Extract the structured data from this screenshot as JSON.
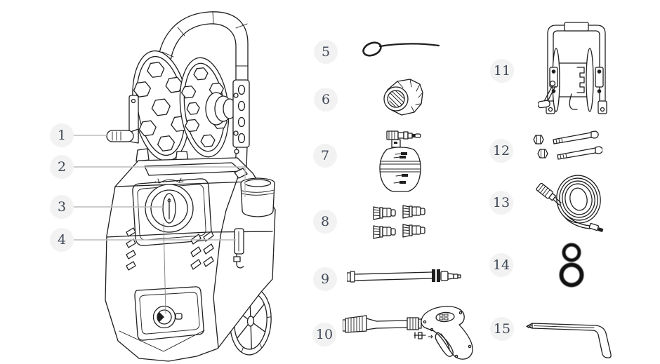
{
  "diagram_title": "pressure-washer-parts-diagram",
  "colors": {
    "background": "#ffffff",
    "badge_background": "#f2f2f2",
    "badge_text": "#424a58",
    "line_art": "#1f1f1f",
    "leader_line": "#bcbcbc"
  },
  "machine": {
    "illustration": "pressure-washer-with-hose-reel-illustration",
    "callouts": [
      {
        "number": "1"
      },
      {
        "number": "2"
      },
      {
        "number": "3"
      },
      {
        "number": "4"
      }
    ]
  },
  "parts": [
    {
      "number": "5",
      "icon": "nozzle-cleaning-pin-illustration"
    },
    {
      "number": "6",
      "icon": "hose-adapter-nut-illustration"
    },
    {
      "number": "7",
      "icon": "foam-cannon-bottle-illustration"
    },
    {
      "number": "8",
      "icon": "quick-connect-nozzle-tips-illustration"
    },
    {
      "number": "9",
      "icon": "extension-wand-illustration"
    },
    {
      "number": "10",
      "icon": "spray-gun-illustration"
    },
    {
      "number": "11",
      "icon": "hose-reel-assembly-illustration"
    },
    {
      "number": "12",
      "icon": "bolts-and-nuts-illustration"
    },
    {
      "number": "13",
      "icon": "high-pressure-hose-illustration"
    },
    {
      "number": "14",
      "icon": "o-rings-illustration"
    },
    {
      "number": "15",
      "icon": "l-shaped-wrench-illustration"
    }
  ]
}
